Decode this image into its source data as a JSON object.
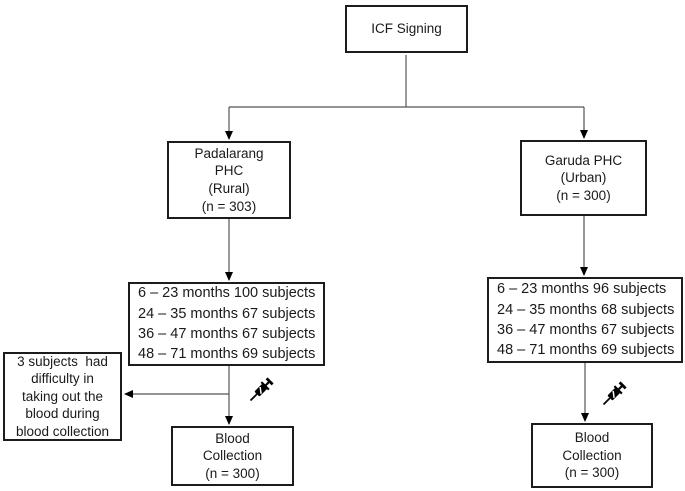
{
  "diagram": {
    "root": {
      "label": "ICF Signing"
    },
    "rural": {
      "site_lines": [
        "Padalarang",
        "PHC",
        "(Rural)",
        "(n = 303)"
      ],
      "age_groups": [
        "6 – 23 months 100 subjects",
        "24 – 35 months 67 subjects",
        "36 – 47 months 67 subjects",
        "48 – 71 months 69 subjects"
      ],
      "blood_lines": [
        "Blood",
        "Collection",
        "(n = 300)"
      ]
    },
    "urban": {
      "site_lines": [
        "Garuda PHC",
        "(Urban)",
        "(n = 300)"
      ],
      "age_groups": [
        "6 – 23 months 96 subjects",
        "24 – 35 months 68 subjects",
        "36 – 47 months 67 subjects",
        "48 – 71 months 69 subjects"
      ],
      "blood_lines": [
        "Blood",
        "Collection",
        "(n = 300)"
      ]
    },
    "note_lines": [
      "3 subjects  had",
      "difficulty in",
      "taking out the",
      "blood during",
      "blood collection"
    ],
    "icons": {
      "syringe": "syringe-icon"
    },
    "colors": {
      "background": "#ffffff",
      "border": "#1c1c1c",
      "connector": "#555555",
      "arrowhead": "#000000",
      "text": "#1a1a1a"
    }
  }
}
